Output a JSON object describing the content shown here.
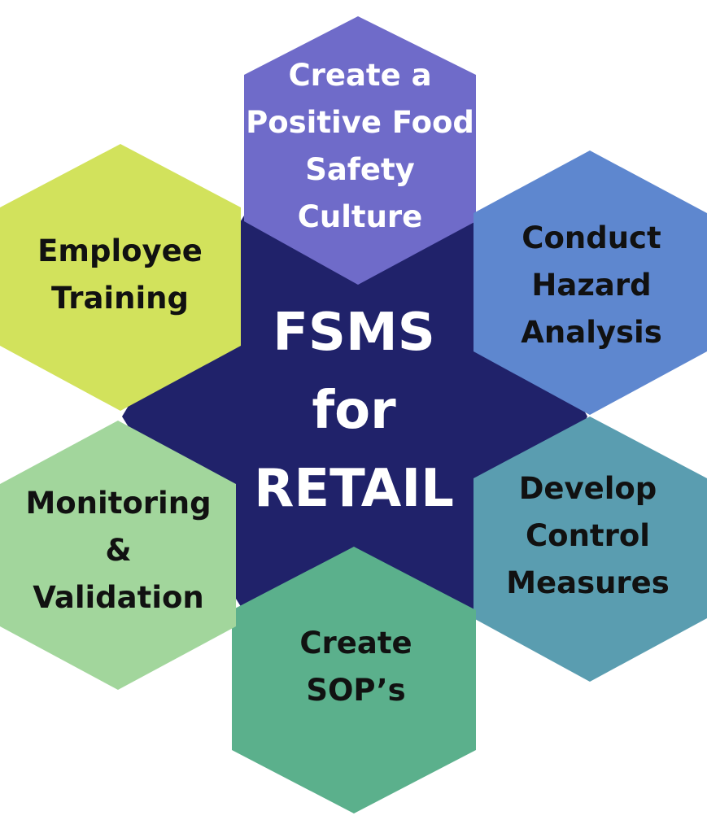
{
  "colors": {
    "center": "#20226a",
    "top": "#6f6bc9",
    "top_right": "#5e87cf",
    "bottom_right": "#5a9db0",
    "bottom": "#5bb08c",
    "bottom_left": "#a2d69c",
    "top_left": "#d2e25c"
  },
  "center": {
    "label": "FSMS\nfor\nRETAIL"
  },
  "hexagons": {
    "top": {
      "label": "Create a\nPositive Food\nSafety\nCulture"
    },
    "top_right": {
      "label": "Conduct\nHazard\nAnalysis"
    },
    "bottom_right": {
      "label": "Develop\nControl\nMeasures"
    },
    "bottom": {
      "label": "Create\nSOP’s"
    },
    "bottom_left": {
      "label": "Monitoring\n&\nValidation"
    },
    "top_left": {
      "label": "Employee\nTraining"
    }
  }
}
